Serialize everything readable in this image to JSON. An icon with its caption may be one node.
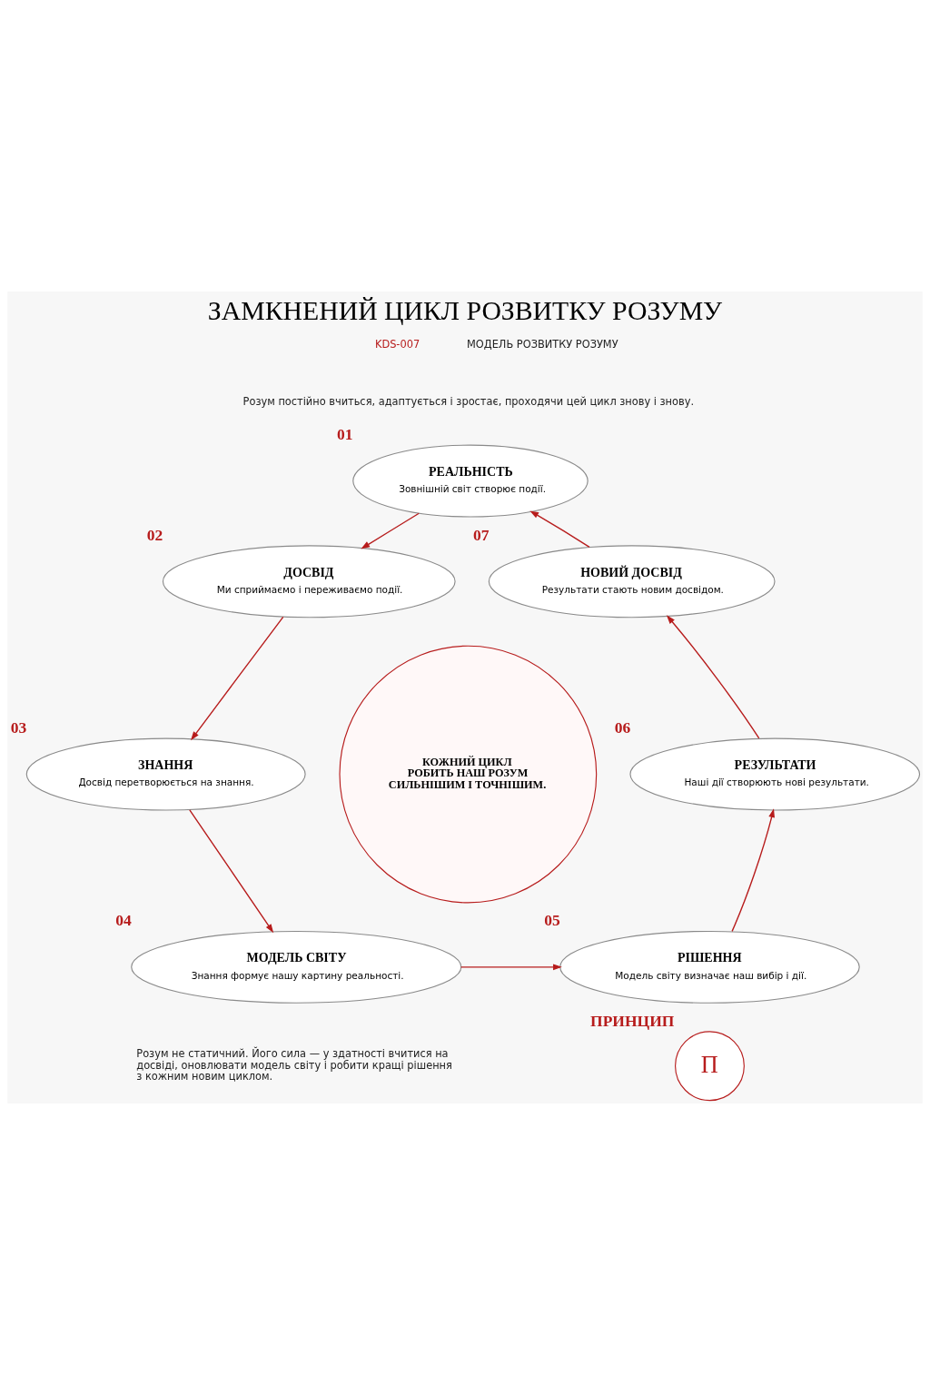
{
  "diagram": {
    "title": "ЗАМКНЕНИЙ ЦИКЛ РОЗВИТКУ РОЗУМУ",
    "nodes": [
      {
        "text": [
          "РЕАЛЬНІСТЬ",
          "Зовнішній світ створює події."
        ],
        "beside": [
          "01"
        ]
      },
      {
        "text": [
          "ДОСВІД",
          "Ми сприймаємо і переживаємо події."
        ],
        "beside": [
          "02"
        ]
      },
      {
        "text": [
          "ЗНАННЯ",
          "Досвід перетворюється на знання."
        ],
        "beside": [
          "03"
        ]
      },
      {
        "text": [
          "МОДЕЛЬ СВІТУ",
          "Знання формує нашу картину реальності."
        ],
        "beside": [
          "04"
        ]
      },
      {
        "text": [
          "РІШЕННЯ",
          "Модель світу визначає наш вибір і дії."
        ],
        "beside": [
          "05"
        ]
      },
      {
        "text": [
          "РЕЗУЛЬТАТИ",
          "Наші дії створюють нові результати."
        ],
        "beside": [
          "06"
        ]
      },
      {
        "text": [
          "НОВИЙ ДОСВІД",
          "Результати стають новим досвідом."
        ],
        "beside": [
          "07"
        ]
      },
      {
        "text": [
          "КОЖНИЙ ЦИКЛ РОБИТЬ НАШ РОЗУМ СИЛЬНІШИМ І ТОЧНІШИМ."
        ]
      },
      {
        "text": [
          "П"
        ],
        "beside": [
          "ПРИНЦИП"
        ]
      }
    ],
    "edges": [
      {
        "from": 0,
        "to": 1,
        "arrow": "to"
      },
      {
        "from": 1,
        "to": 2,
        "arrow": "to"
      },
      {
        "from": 2,
        "to": 3,
        "arrow": "to"
      },
      {
        "from": 3,
        "to": 4,
        "arrow": "to"
      },
      {
        "from": 4,
        "to": 5,
        "arrow": "to"
      },
      {
        "from": 5,
        "to": 6,
        "arrow": "to"
      },
      {
        "from": 6,
        "to": 0,
        "arrow": "to"
      }
    ],
    "labels": [
      "KDS-007",
      "МОДЕЛЬ РОЗВИТКУ РОЗУМУ",
      "Розум постійно вчиться, адаптується і зростає, проходячи цей цикл знову і знову.",
      "Розум не статичний. Його сила — у здатності вчитися на досвіді, оновлювати модель світу і робити кращі рішення з кожним новим циклом."
    ]
  }
}
